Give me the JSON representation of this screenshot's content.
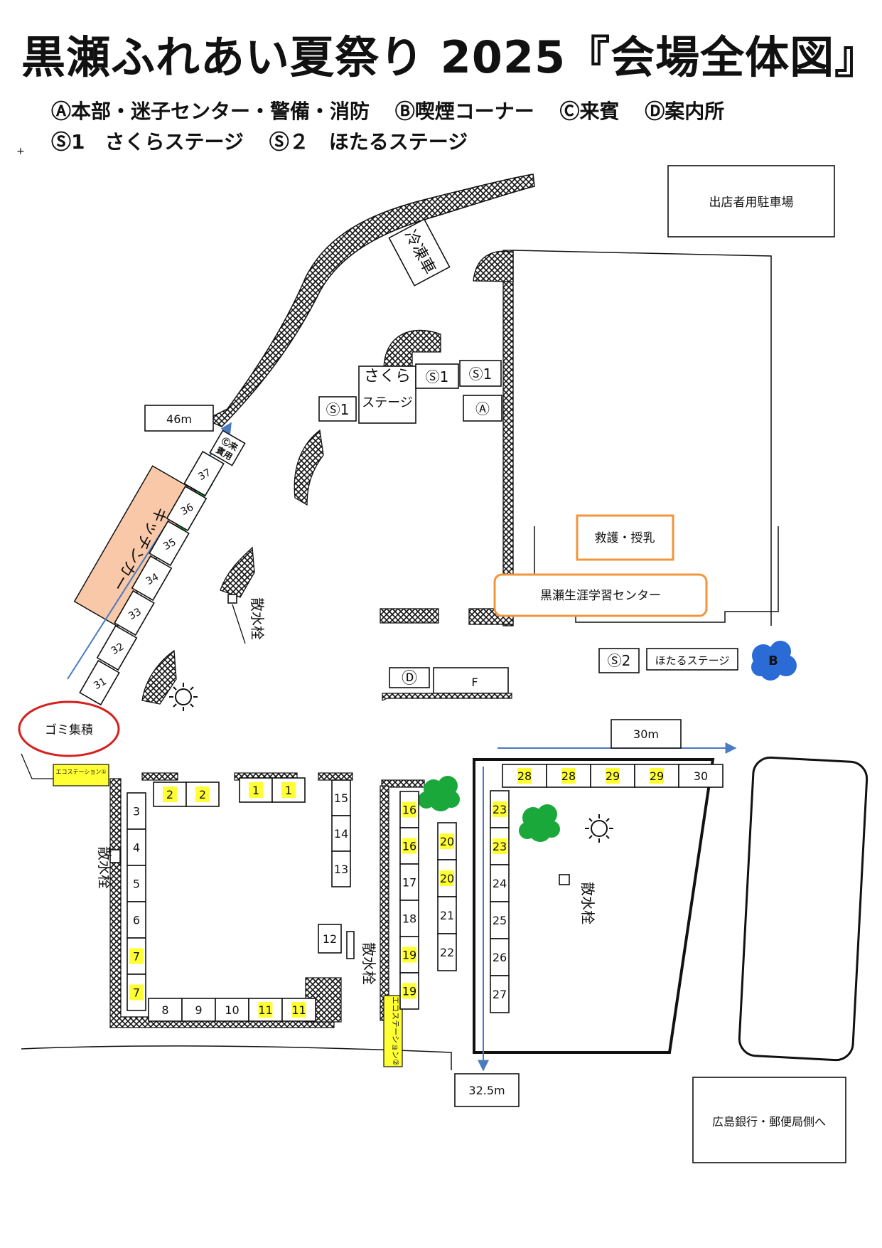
{
  "title": "黒瀬ふれあい夏祭り 2025『会場全体図』",
  "legend": {
    "line1": [
      {
        "id": "A",
        "text": "Ⓐ本部・迷子センター・警備・消防"
      },
      {
        "id": "B",
        "text": "Ⓑ喫煙コーナー"
      },
      {
        "id": "C",
        "text": "Ⓒ来賓"
      },
      {
        "id": "D",
        "text": "Ⓓ案内所"
      }
    ],
    "line2": [
      {
        "id": "S1",
        "text": "Ⓢ1　さくらステージ"
      },
      {
        "id": "S2",
        "text": "Ⓢ２　ほたるステージ"
      }
    ]
  },
  "stray_mark": "+",
  "labels": {
    "parking": "出店者用駐車場",
    "freezer": "冷凍車",
    "sakura_stage_1": "さくら",
    "sakura_stage_2": "ステージ",
    "s1": "Ⓢ1",
    "a": "Ⓐ",
    "d": "Ⓓ",
    "f": "F",
    "s2": "Ⓢ2",
    "hotaru": "ほたるステージ",
    "b": "B",
    "first_aid": "救護・授乳",
    "center": "黒瀬生涯学習センター",
    "kitchen": "キッチンカー",
    "guest_c": "Ⓒ来",
    "guest_c2": "賓用",
    "gomi": "ゴミ集積",
    "eco1": "エコステーション①",
    "eco2": "エコステーション②",
    "hydrant": "散水栓",
    "m46": "46m",
    "m30": "30m",
    "m325": "32.5m",
    "bank": "広島銀行・郵便局側へ"
  },
  "colors": {
    "highlight": "#ffff33",
    "kitchen": "#f8c8a8",
    "tree": "#1aa83a",
    "smoking": "#2b6bd6",
    "gomi_circle": "#d62020",
    "orange_box": "#f0963c",
    "arrow": "#4a7ac0"
  },
  "stalls": {
    "diagonal": [
      "31",
      "32",
      "33",
      "34",
      "35",
      "36",
      "37"
    ],
    "left": [
      "3",
      "4",
      "5",
      "6",
      "7",
      "7"
    ],
    "bottom": [
      "8",
      "9",
      "10",
      "11",
      "11"
    ],
    "top_row": [
      "2",
      "2",
      "1",
      "1"
    ],
    "col15": [
      "15",
      "14",
      "13"
    ],
    "s12": "12",
    "col16": [
      "16",
      "16",
      "17",
      "18",
      "19",
      "19"
    ],
    "col20": [
      "20",
      "20",
      "21",
      "22"
    ],
    "top_right": [
      "28",
      "28",
      "29",
      "29",
      "30"
    ],
    "col23": [
      "23",
      "23",
      "24",
      "25",
      "26",
      "27"
    ]
  },
  "highlighted": [
    "1",
    "2",
    "7",
    "11",
    "16",
    "19",
    "20",
    "23",
    "28",
    "29"
  ]
}
